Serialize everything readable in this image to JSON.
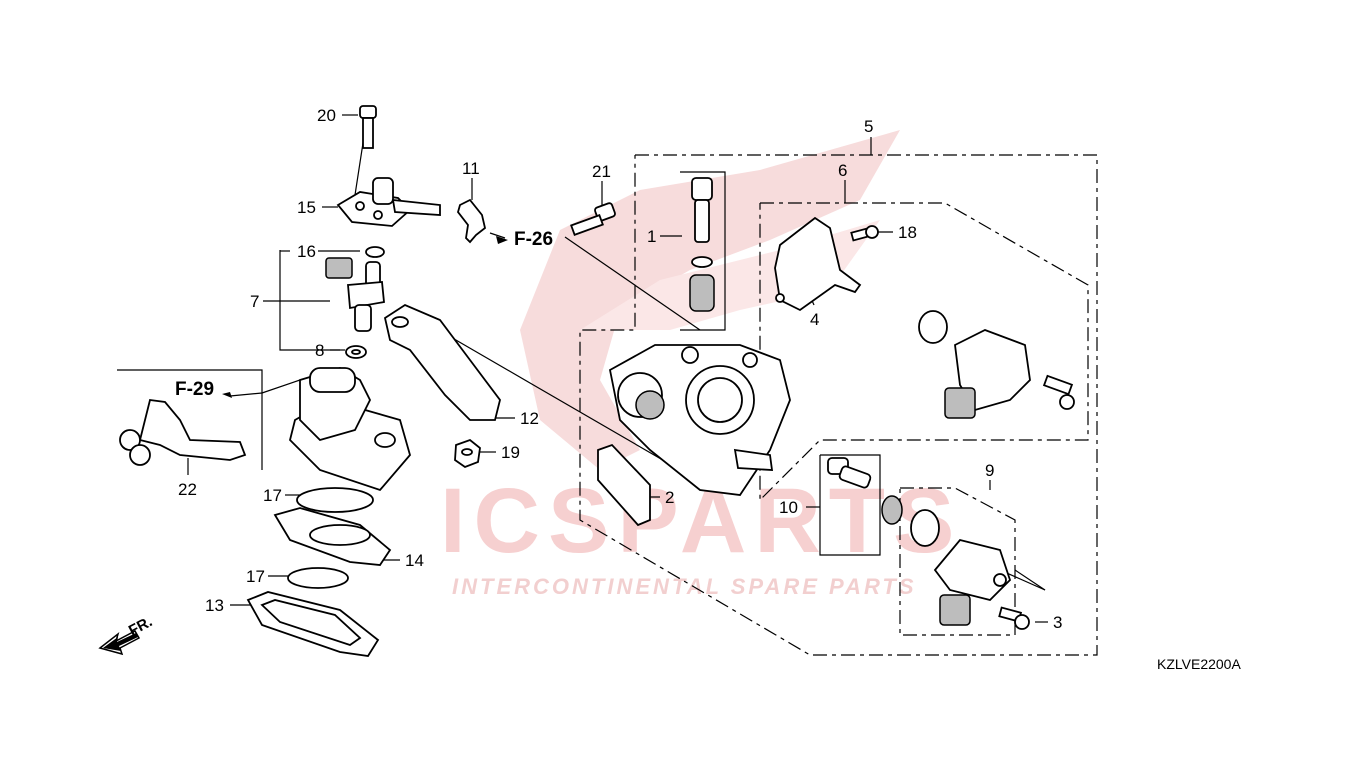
{
  "diagram": {
    "part_labels": {
      "p1": "1",
      "p2": "2",
      "p3": "3",
      "p4": "4",
      "p5": "5",
      "p6": "6",
      "p7": "7",
      "p8": "8",
      "p9": "9",
      "p10": "10",
      "p11": "11",
      "p12": "12",
      "p13": "13",
      "p14": "14",
      "p15": "15",
      "p16": "16",
      "p17a": "17",
      "p17b": "17",
      "p18": "18",
      "p19": "19",
      "p20": "20",
      "p21": "21",
      "p22": "22"
    },
    "references": {
      "f26": "F-26",
      "f29": "F-29",
      "front": "FR."
    },
    "diagram_code": "KZLVE2200A"
  },
  "watermark": {
    "brand": "ICSPARTS",
    "tagline": "INTERCONTINENTAL SPARE PARTS",
    "color": "#e8b4b4"
  }
}
